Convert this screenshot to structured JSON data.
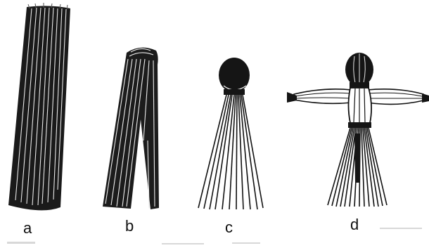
{
  "figure": {
    "steps": [
      {
        "id": "a",
        "label": "a"
      },
      {
        "id": "b",
        "label": "b"
      },
      {
        "id": "c",
        "label": "c"
      },
      {
        "id": "d",
        "label": "d"
      }
    ],
    "ink_color": "#111111",
    "background_color": "#ffffff"
  }
}
